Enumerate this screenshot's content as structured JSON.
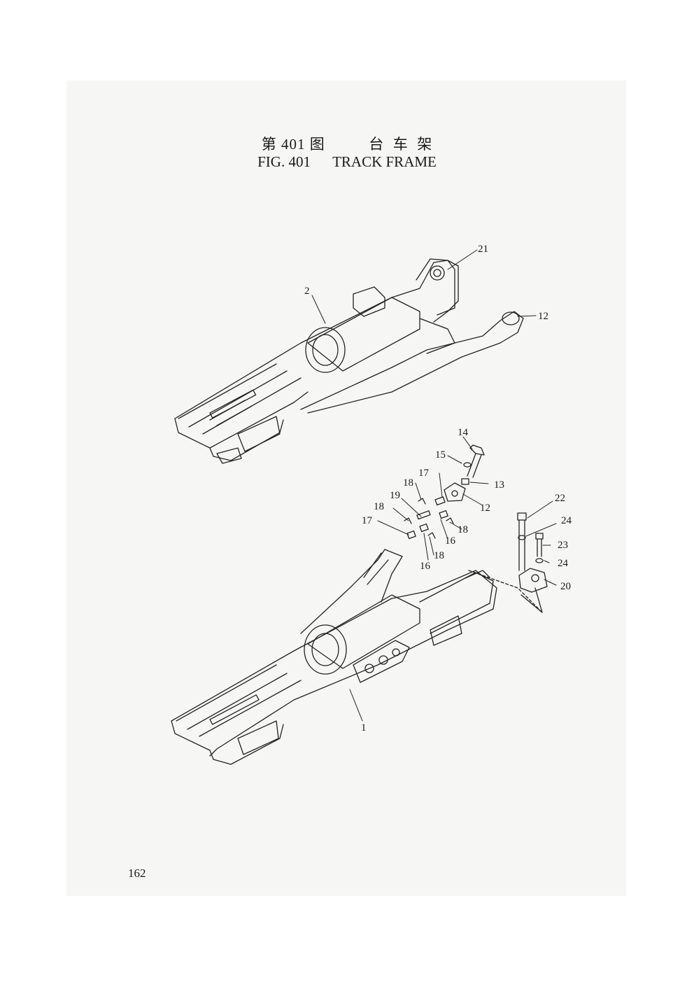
{
  "figure": {
    "title_cn": "第 401 图          台  车  架",
    "title_en": "FIG. 401      TRACK FRAME"
  },
  "callouts": {
    "c21": "21",
    "c2": "2",
    "c12_top": "12",
    "c14": "14",
    "c15": "15",
    "c13": "13",
    "c17_a": "17",
    "c18_a": "18",
    "c12_b": "12",
    "c19": "19",
    "c18_b": "18",
    "c18_c": "18",
    "c17_b": "17",
    "c16_a": "16",
    "c18_d": "18",
    "c16_b": "16",
    "c22": "22",
    "c24_a": "24",
    "c23": "23",
    "c24_b": "24",
    "c20": "20",
    "c1": "1"
  },
  "footer": {
    "page_number": "162"
  }
}
